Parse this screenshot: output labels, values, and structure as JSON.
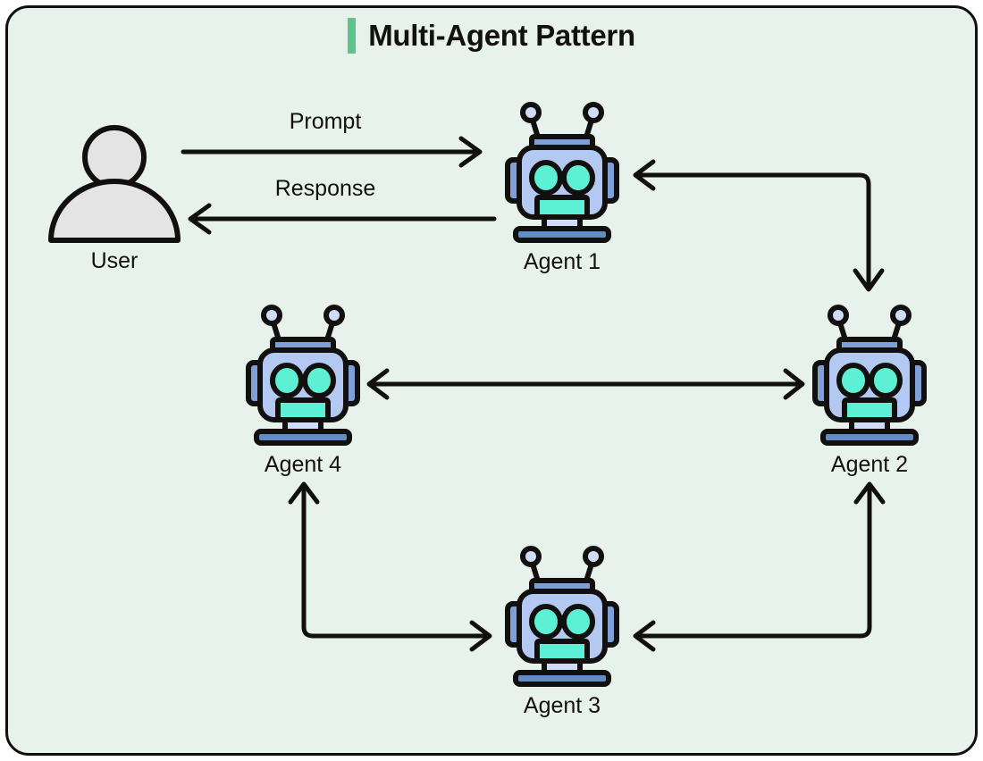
{
  "title": {
    "text": "Multi-Agent Pattern",
    "accent_color": "#5fc38c"
  },
  "canvas": {
    "background": "#e8f2ed",
    "border_color": "#12100e",
    "page_background": "#ffffff"
  },
  "palette": {
    "robot_head": "#b4c9f2",
    "robot_eye": "#5ef0d5",
    "robot_mouth": "#5ef0d5",
    "robot_accent": "#7fa0d6",
    "robot_neck": "#cfdcf7",
    "robot_base": "#5f8dc4",
    "robot_outline": "#12100e",
    "user_fill": "#e4e4e4",
    "user_outline": "#12100e",
    "arrow_color": "#12100e"
  },
  "nodes": [
    {
      "id": "user",
      "label": "User",
      "icon": "user-icon"
    },
    {
      "id": "agent1",
      "label": "Agent 1",
      "icon": "robot-icon"
    },
    {
      "id": "agent2",
      "label": "Agent 2",
      "icon": "robot-icon"
    },
    {
      "id": "agent3",
      "label": "Agent 3",
      "icon": "robot-icon"
    },
    {
      "id": "agent4",
      "label": "Agent 4",
      "icon": "robot-icon"
    }
  ],
  "edges": [
    {
      "id": "prompt",
      "label": "Prompt",
      "from": "user",
      "to": "agent1",
      "direction": "forward"
    },
    {
      "id": "response",
      "label": "Response",
      "from": "agent1",
      "to": "user",
      "direction": "forward"
    },
    {
      "id": "agent1-agent2",
      "label": "",
      "from": "agent1",
      "to": "agent2",
      "direction": "both"
    },
    {
      "id": "agent2-agent4",
      "label": "",
      "from": "agent2",
      "to": "agent4",
      "direction": "both"
    },
    {
      "id": "agent2-agent3",
      "label": "",
      "from": "agent2",
      "to": "agent3",
      "direction": "both"
    },
    {
      "id": "agent3-agent4",
      "label": "",
      "from": "agent3",
      "to": "agent4",
      "direction": "both"
    }
  ],
  "chart_data": {
    "type": "diagram",
    "title": "Multi-Agent Pattern",
    "node_labels": [
      "User",
      "Agent 1",
      "Agent 2",
      "Agent 3",
      "Agent 4"
    ],
    "edge_labels": [
      "Prompt",
      "Response"
    ],
    "edges": [
      [
        "User",
        "Agent 1",
        "Prompt"
      ],
      [
        "Agent 1",
        "User",
        "Response"
      ],
      [
        "Agent 1",
        "Agent 2",
        ""
      ],
      [
        "Agent 2",
        "Agent 4",
        ""
      ],
      [
        "Agent 2",
        "Agent 3",
        ""
      ],
      [
        "Agent 3",
        "Agent 4",
        ""
      ]
    ]
  }
}
